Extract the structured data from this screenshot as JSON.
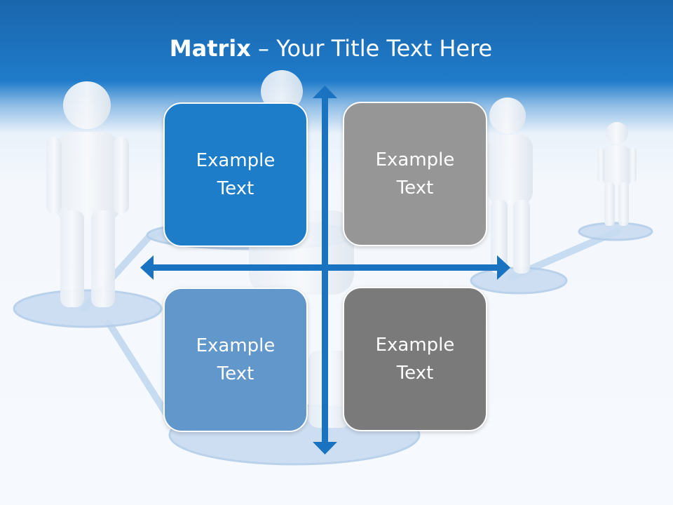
{
  "slide": {
    "title_bold": "Matrix",
    "title_rest": " – Your Title Text Here"
  },
  "quadrants": [
    {
      "text": "Example Text",
      "color": "#1e7dc9"
    },
    {
      "text": "Example Text",
      "color": "#969696"
    },
    {
      "text": "Example Text",
      "color": "#6297cb"
    },
    {
      "text": "Example Text",
      "color": "#7a7a7a"
    }
  ],
  "colors": {
    "header": "#1a66ad",
    "axis": "#1a73c0",
    "background": "#f4f8fd"
  }
}
